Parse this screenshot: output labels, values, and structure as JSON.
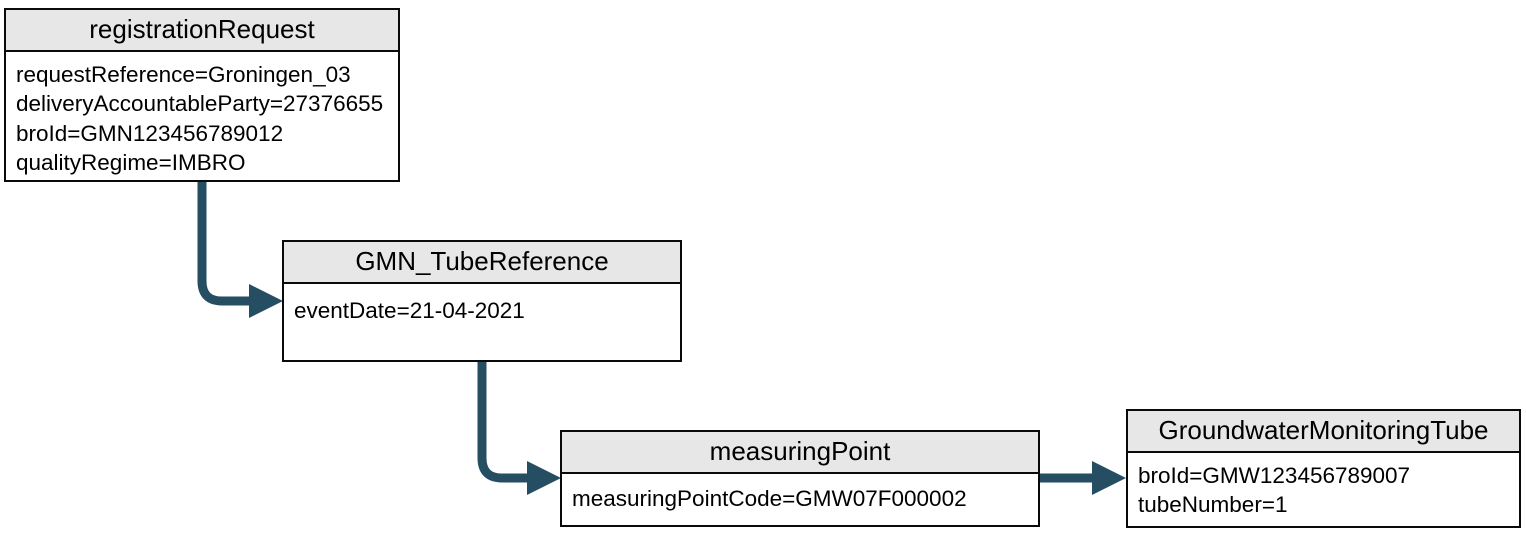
{
  "diagram": {
    "arrow_color": "#254e63",
    "header_bg": "#e7e7e7",
    "border_color": "#0a0a0a",
    "boxes": {
      "registrationRequest": {
        "title": "registrationRequest",
        "fields": [
          "requestReference=Groningen_03",
          "deliveryAccountableParty=27376655",
          "broId=GMN123456789012",
          "qualityRegime=IMBRO"
        ]
      },
      "gmnTubeReference": {
        "title": "GMN_TubeReference",
        "fields": [
          "eventDate=21-04-2021"
        ]
      },
      "measuringPoint": {
        "title": "measuringPoint",
        "fields": [
          "measuringPointCode=GMW07F000002"
        ]
      },
      "groundwaterMonitoringTube": {
        "title": "GroundwaterMonitoringTube",
        "fields": [
          "broId=GMW123456789007",
          "tubeNumber=1"
        ]
      }
    }
  }
}
